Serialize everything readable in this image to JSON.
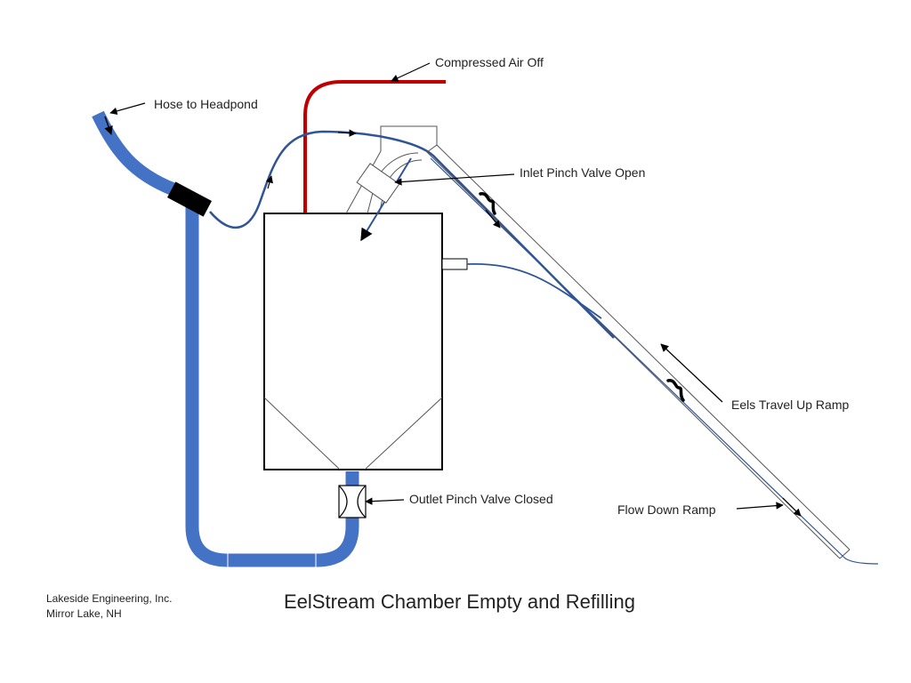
{
  "title": "EelStream Chamber Empty and Refilling",
  "labels": {
    "compressed_air": "Compressed Air Off",
    "hose": "Hose to Headpond",
    "inlet_valve": "Inlet Pinch Valve Open",
    "outlet_valve": "Outlet Pinch Valve Closed",
    "eels_travel": "Eels Travel Up Ramp",
    "flow_down": "Flow Down Ramp"
  },
  "credits": {
    "company": "Lakeside Engineering,  Inc.",
    "location": "Mirror Lake, NH"
  },
  "colors": {
    "pipe_blue": "#4472c4",
    "hose_line": "#2f5597",
    "air_red": "#c00000",
    "outline": "#000000",
    "ramp_line": "#555555"
  }
}
